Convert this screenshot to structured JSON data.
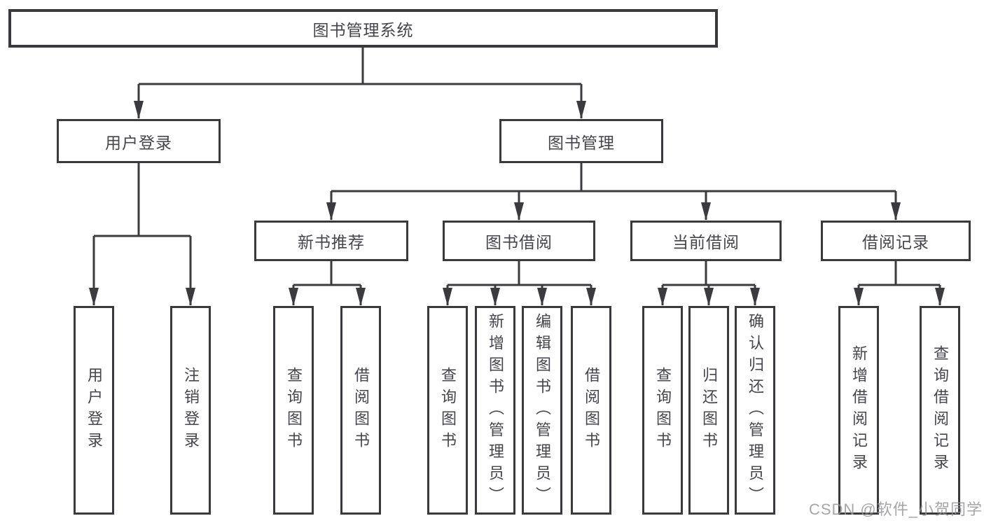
{
  "diagram": {
    "root": {
      "label": "图书管理系统",
      "children": [
        {
          "label": "用户登录",
          "children": [
            {
              "label": "用户登录"
            },
            {
              "label": "注销登录"
            }
          ]
        },
        {
          "label": "图书管理",
          "children": [
            {
              "label": "新书推荐",
              "children": [
                {
                  "label": "查询图书"
                },
                {
                  "label": "借阅图书"
                }
              ]
            },
            {
              "label": "图书借阅",
              "children": [
                {
                  "label": "查询图书"
                },
                {
                  "label": "新增图书（管理员）"
                },
                {
                  "label": "编辑图书（管理员）"
                },
                {
                  "label": "借阅图书"
                }
              ]
            },
            {
              "label": "当前借阅",
              "children": [
                {
                  "label": "查询图书"
                },
                {
                  "label": "归还图书"
                },
                {
                  "label": "确认归还（管理员）"
                }
              ]
            },
            {
              "label": "借阅记录",
              "children": [
                {
                  "label": "新增借阅记录"
                },
                {
                  "label": "查询借阅记录"
                }
              ]
            }
          ]
        }
      ]
    }
  },
  "watermark": {
    "text": "CSDN @软件_小贺同学"
  },
  "colors": {
    "line": "#3b3b3f",
    "box_border": "#3a3a3e",
    "text": "#45454b",
    "watermark": "#969698",
    "background": "#ffffff"
  }
}
